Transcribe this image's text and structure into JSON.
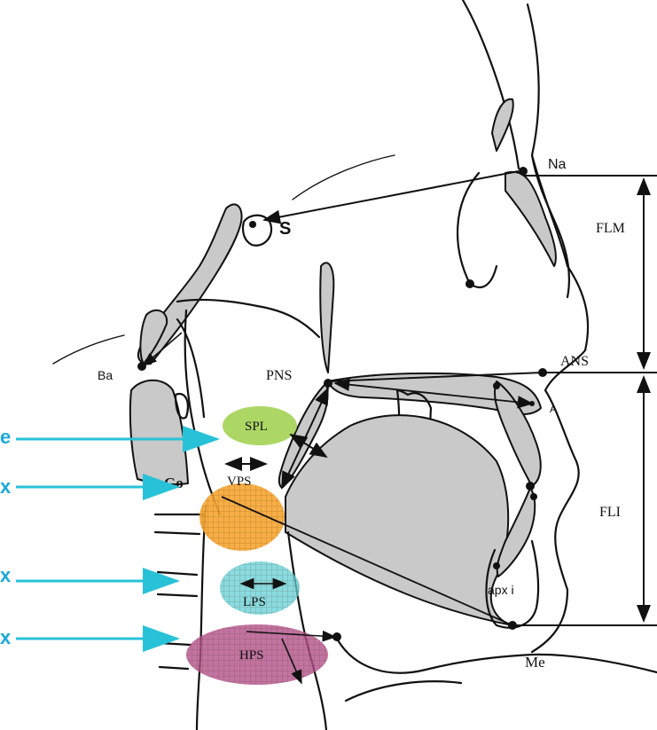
{
  "diagram": {
    "landmarks": {
      "na": "Na",
      "s": "S",
      "ba": "Ba",
      "pns": "PNS",
      "ans": "ANS",
      "a": "A",
      "go": "Go",
      "me": "Me",
      "apx_i": "apx i"
    },
    "measurements": {
      "flm": "FLM",
      "fli": "FLI"
    },
    "airway_regions": {
      "spl": "SPL",
      "vps": "VPS",
      "lps": "LPS",
      "hps": "HPS"
    },
    "region_colors": {
      "spl": "#9ed04a",
      "vps": "#f6a531",
      "lps": "#62cfd6",
      "hps": "#b2508a"
    },
    "side_labels": [
      "e",
      "x",
      "x",
      "x"
    ],
    "pointer_color": "#27c2d8"
  }
}
